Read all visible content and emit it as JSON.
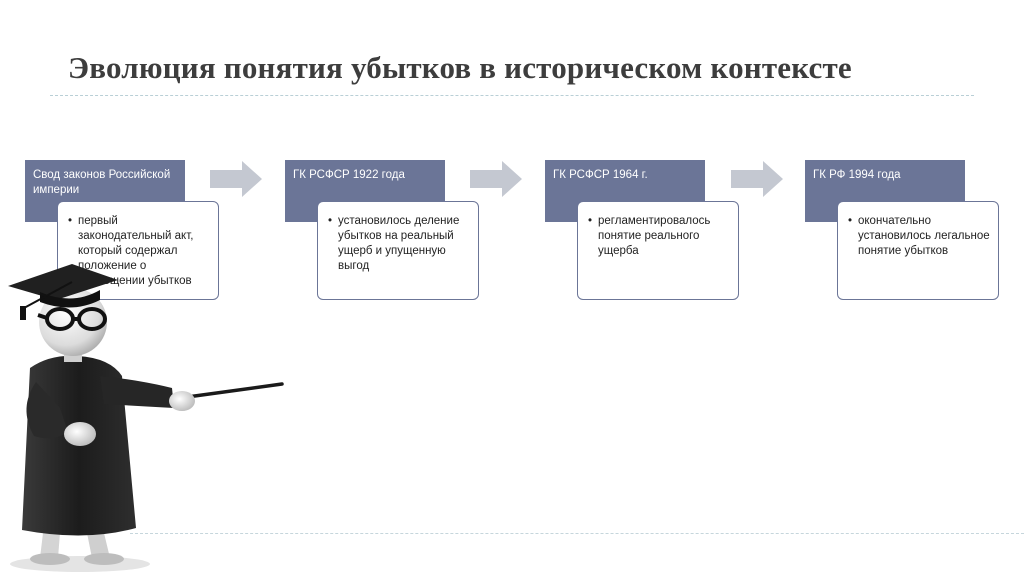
{
  "slide": {
    "title": "Эволюция понятия убытков в историческом контексте"
  },
  "steps": [
    {
      "heading": "Свод законов Российской империи",
      "bullet": "первый законодательный акт, который содержал положение о возмещении убытков"
    },
    {
      "heading": "ГК РСФСР 1922 года",
      "bullet": "установилось деление убытков на реальный ущерб и упущенную выгод"
    },
    {
      "heading": "ГК РСФСР 1964 г.",
      "bullet": "регламентировалось понятие реального ущерба"
    },
    {
      "heading": "ГК РФ 1994 года",
      "bullet": "окончательно установилось легальное понятие убытков"
    }
  ],
  "colors": {
    "header_fill": "#6b7597",
    "border": "#6b7597",
    "arrow": "#c4c8d1",
    "title_text": "#3d3d3d"
  },
  "icons": {
    "arrow": "right-block-arrow-icon",
    "mascot": "graduate-figure-with-pointer"
  }
}
